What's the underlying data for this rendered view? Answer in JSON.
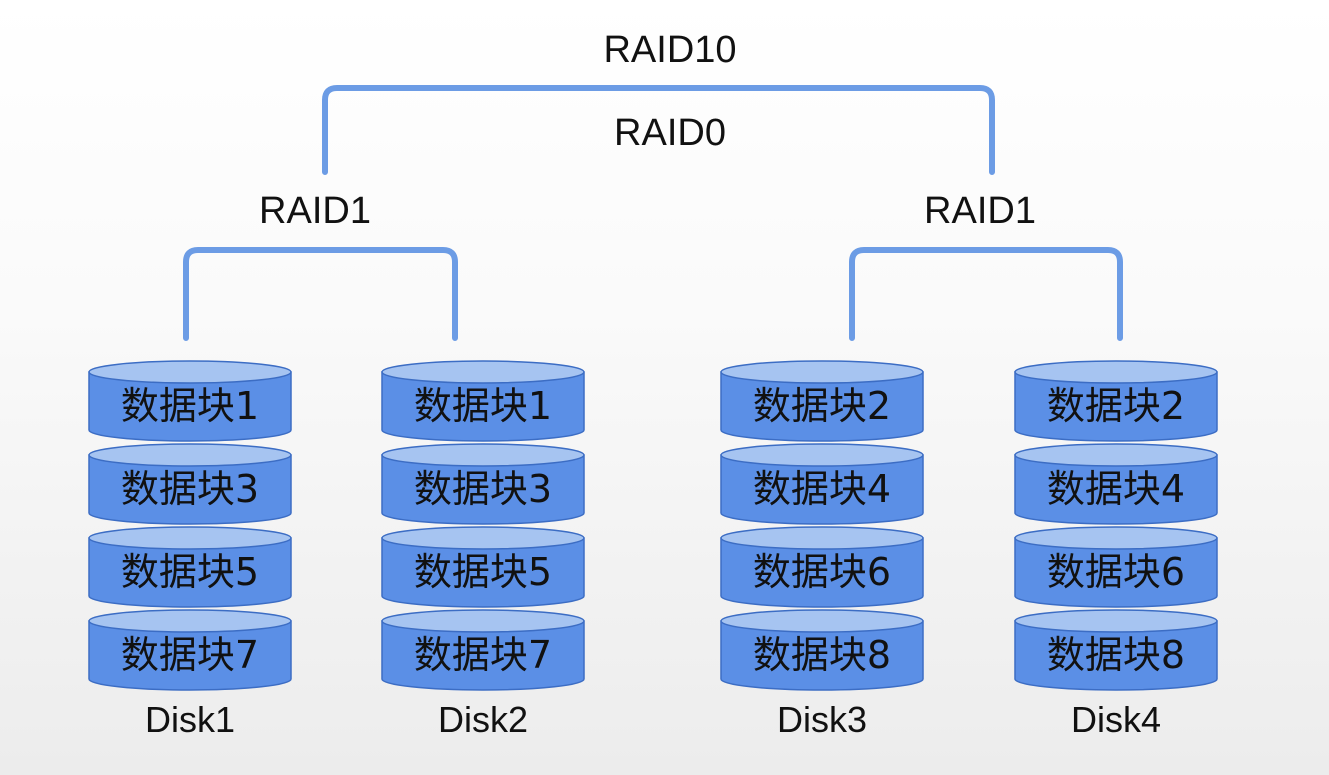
{
  "top_label": "RAID10",
  "middle_label": "RAID0",
  "colors": {
    "bracket": "#6c9ce5",
    "block_fill": "#5b8fe6",
    "block_top": "#a6c4f1",
    "block_stroke": "#3c6dc4",
    "text": "#111111"
  },
  "groups": [
    {
      "label": "RAID1",
      "disks": [
        {
          "name": "Disk1",
          "blocks": [
            "数据块1",
            "数据块3",
            "数据块5",
            "数据块7"
          ]
        },
        {
          "name": "Disk2",
          "blocks": [
            "数据块1",
            "数据块3",
            "数据块5",
            "数据块7"
          ]
        }
      ]
    },
    {
      "label": "RAID1",
      "disks": [
        {
          "name": "Disk3",
          "blocks": [
            "数据块2",
            "数据块4",
            "数据块6",
            "数据块8"
          ]
        },
        {
          "name": "Disk4",
          "blocks": [
            "数据块2",
            "数据块4",
            "数据块6",
            "数据块8"
          ]
        }
      ]
    }
  ]
}
